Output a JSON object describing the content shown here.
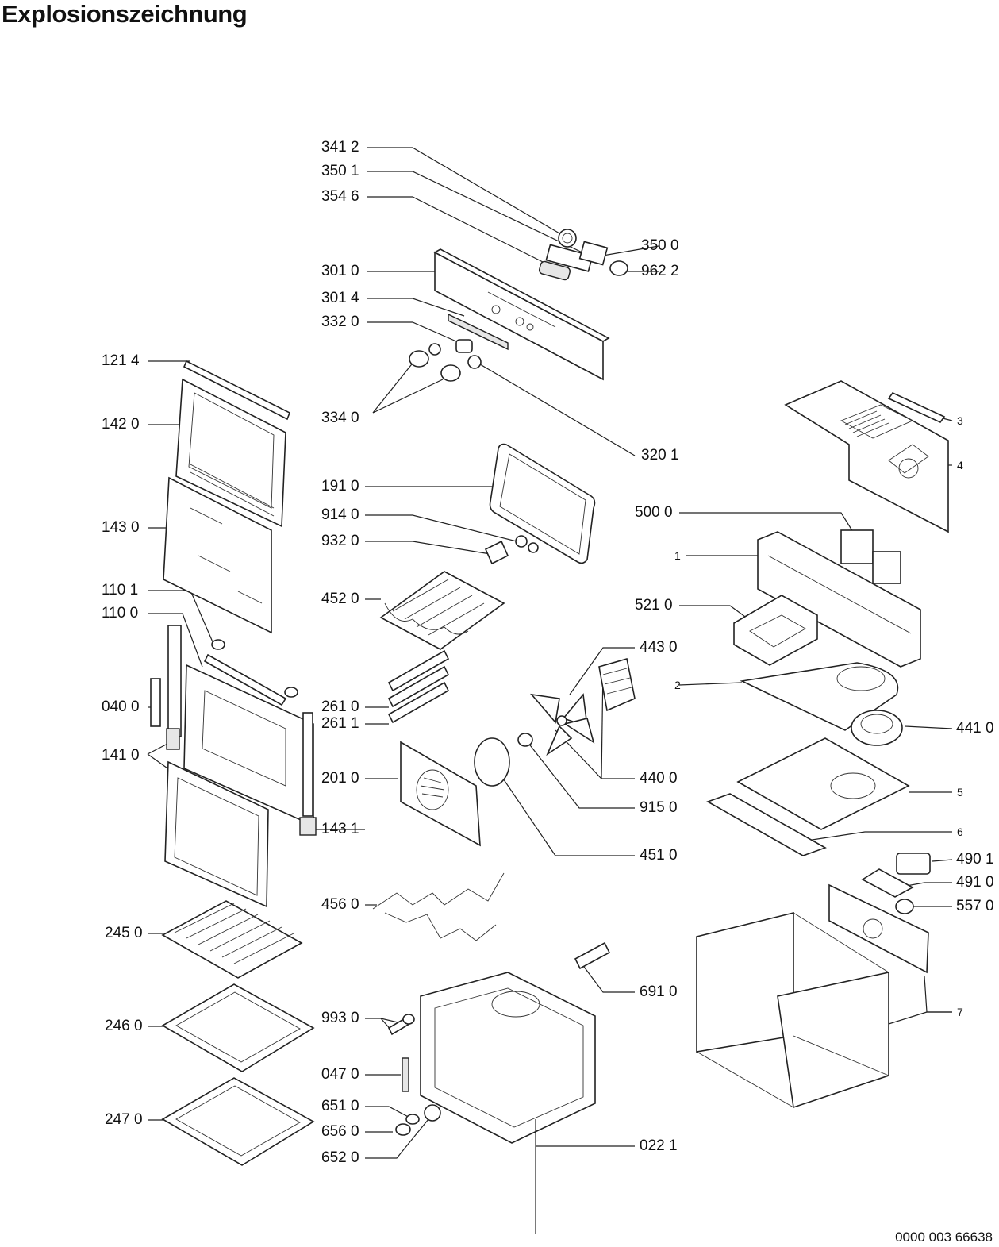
{
  "title": "Explosionszeichnung",
  "doc_id": "0000 003 66638",
  "labels": {
    "l3412": "341 2",
    "l3501": "350 1",
    "l3546": "354 6",
    "l3500": "350 0",
    "l9622": "962 2",
    "l3010": "301 0",
    "l3014": "301 4",
    "l3320": "332 0",
    "l3340": "334 0",
    "l3201": "320 1",
    "l1214": "121 4",
    "l1420": "142 0",
    "l1430": "143 0",
    "l1101": "110 1",
    "l1100": "110 0",
    "l0400": "040 0",
    "l1410": "141 0",
    "l1910": "191 0",
    "l9140": "914 0",
    "l9320": "932 0",
    "l4520": "452 0",
    "l2610": "261 0",
    "l2611": "261 1",
    "l2010": "201 0",
    "l1431": "143 1",
    "l4430": "443 0",
    "l4400": "440 0",
    "l9150": "915 0",
    "l4510": "451 0",
    "l5000": "500 0",
    "l5210": "521 0",
    "l4410": "441 0",
    "l4901": "490 1",
    "l4910": "491 0",
    "l5570": "557 0",
    "l4560": "456 0",
    "l2450": "245 0",
    "l2460": "246 0",
    "l2470": "247 0",
    "l6910": "691 0",
    "l9930": "993 0",
    "l0470": "047 0",
    "l6510": "651 0",
    "l6560": "656 0",
    "l6520": "652 0",
    "l0221": "022 1",
    "n1": "1",
    "n2": "2",
    "n3": "3",
    "n4": "4",
    "n5": "5",
    "n6": "6",
    "n7": "7"
  }
}
